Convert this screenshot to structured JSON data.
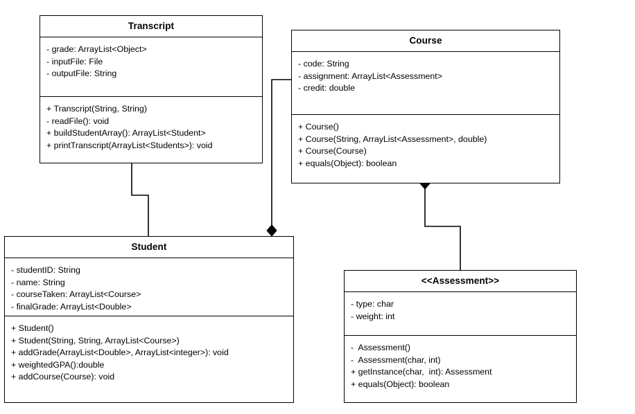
{
  "diagram": {
    "kind": "uml-class-diagram",
    "background_color": "#ffffff",
    "line_color": "#000000",
    "classes": [
      {
        "id": "transcript",
        "name": "Transcript",
        "attributes": [
          "- grade: ArrayList<Object>",
          "- inputFile: File",
          "- outputFile: String"
        ],
        "methods": [
          "+ Transcript(String, String)",
          "- readFile(): void",
          "+ buildStudentArray(): ArrayList<Student>",
          "+ printTranscript(ArrayList<Students>): void"
        ]
      },
      {
        "id": "course",
        "name": "Course",
        "attributes": [
          "- code: String",
          "- assignment: ArrayList<Assessment>",
          "- credit: double"
        ],
        "methods": [
          "+ Course()",
          "+ Course(String, ArrayList<Assessment>, double)",
          "+ Course(Course)",
          "+ equals(Object): boolean"
        ]
      },
      {
        "id": "student",
        "name": "Student",
        "attributes": [
          "- studentID: String",
          "- name: String",
          "- courseTaken: ArrayList<Course>",
          "- finalGrade: ArrayList<Double>"
        ],
        "methods": [
          "+ Student()",
          "+ Student(String, String, ArrayList<Course>)",
          "+ addGrade(ArrayList<Double>, ArrayList<integer>): void",
          "+ weightedGPA():double",
          "+ addCourse(Course): void"
        ]
      },
      {
        "id": "assessment",
        "name": "<<Assessment>>",
        "attributes": [
          "- type: char",
          "- weight: int"
        ],
        "methods": [
          "-  Assessment()",
          "-  Assessment(char, int)",
          "+ getInstance(char,  int): Assessment",
          "+ equals(Object): boolean"
        ]
      }
    ],
    "relationships": [
      {
        "id": "transcript-student",
        "from": "transcript",
        "to": "student",
        "type": "association",
        "source_marker": "none",
        "target_marker": "none"
      },
      {
        "id": "course-student",
        "from": "course",
        "to": "student",
        "type": "composition",
        "source_marker": "none",
        "target_marker": "filled-diamond"
      },
      {
        "id": "course-assessment",
        "from": "course",
        "to": "assessment",
        "type": "composition",
        "source_marker": "filled-diamond",
        "target_marker": "none"
      }
    ]
  }
}
